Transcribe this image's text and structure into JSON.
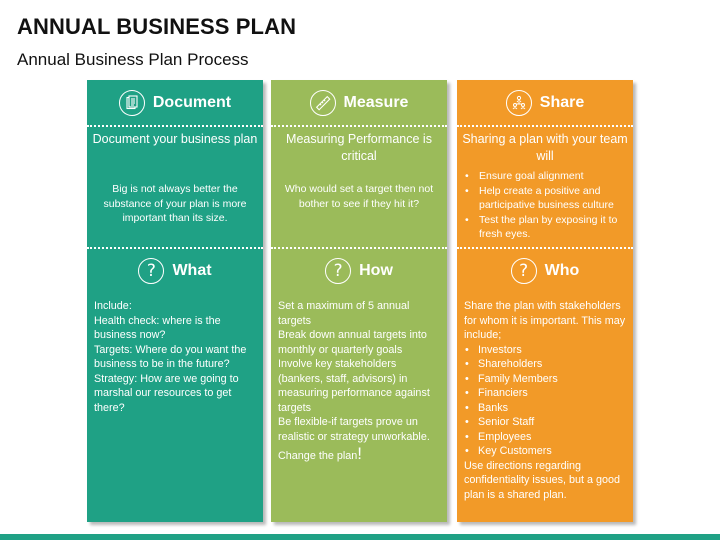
{
  "slide": {
    "title": "ANNUAL BUSINESS PLAN",
    "subtitle": "Annual Business Plan Process"
  },
  "colors": {
    "teal": "#1fa185",
    "green": "#9bbb5a",
    "orange": "#f29a28"
  },
  "columns": [
    {
      "top": {
        "icon": "document-icon",
        "label": "Document",
        "lead": "Document your business plan",
        "note": "Big is not always better the substance of your plan is more important than its size."
      },
      "bottom": {
        "icon": "question-icon",
        "label": "What",
        "lines": [
          "Include:",
          "Health check: where is the business now?",
          "Targets: Where do you want the business to be in the future?",
          "Strategy: How are we going to marshal our resources to get there?"
        ]
      }
    },
    {
      "top": {
        "icon": "ruler-icon",
        "label": "Measure",
        "lead": "Measuring Performance is critical",
        "note": "Who would set a target then not bother to see if they hit it?"
      },
      "bottom": {
        "icon": "question-icon",
        "label": "How",
        "lines": [
          "Set a maximum of 5 annual targets",
          "Break down annual targets into monthly or quarterly goals",
          "Involve key stakeholders (bankers, staff, advisors) in measuring performance against targets",
          "Be flexible-if targets prove un realistic or strategy unworkable."
        ],
        "closing": "Change the plan",
        "closing_mark": "!"
      }
    },
    {
      "top": {
        "icon": "team-icon",
        "label": "Share",
        "lead": "Sharing a plan with your team will",
        "bullets": [
          "Ensure goal alignment",
          "Help create a positive and participative business culture",
          "Test the plan by exposing it to fresh eyes."
        ]
      },
      "bottom": {
        "icon": "question-icon",
        "label": "Who",
        "intro": "Share the plan with stakeholders for whom it is important. This may include;",
        "bullets": [
          "Investors",
          "Shareholders",
          "Family Members",
          "Financiers",
          "Banks",
          "Senior Staff",
          "Employees",
          "Key Customers"
        ],
        "outro": "Use directions regarding confidentiality issues, but a good plan is a shared plan."
      }
    }
  ],
  "icons": {
    "question": "?"
  }
}
